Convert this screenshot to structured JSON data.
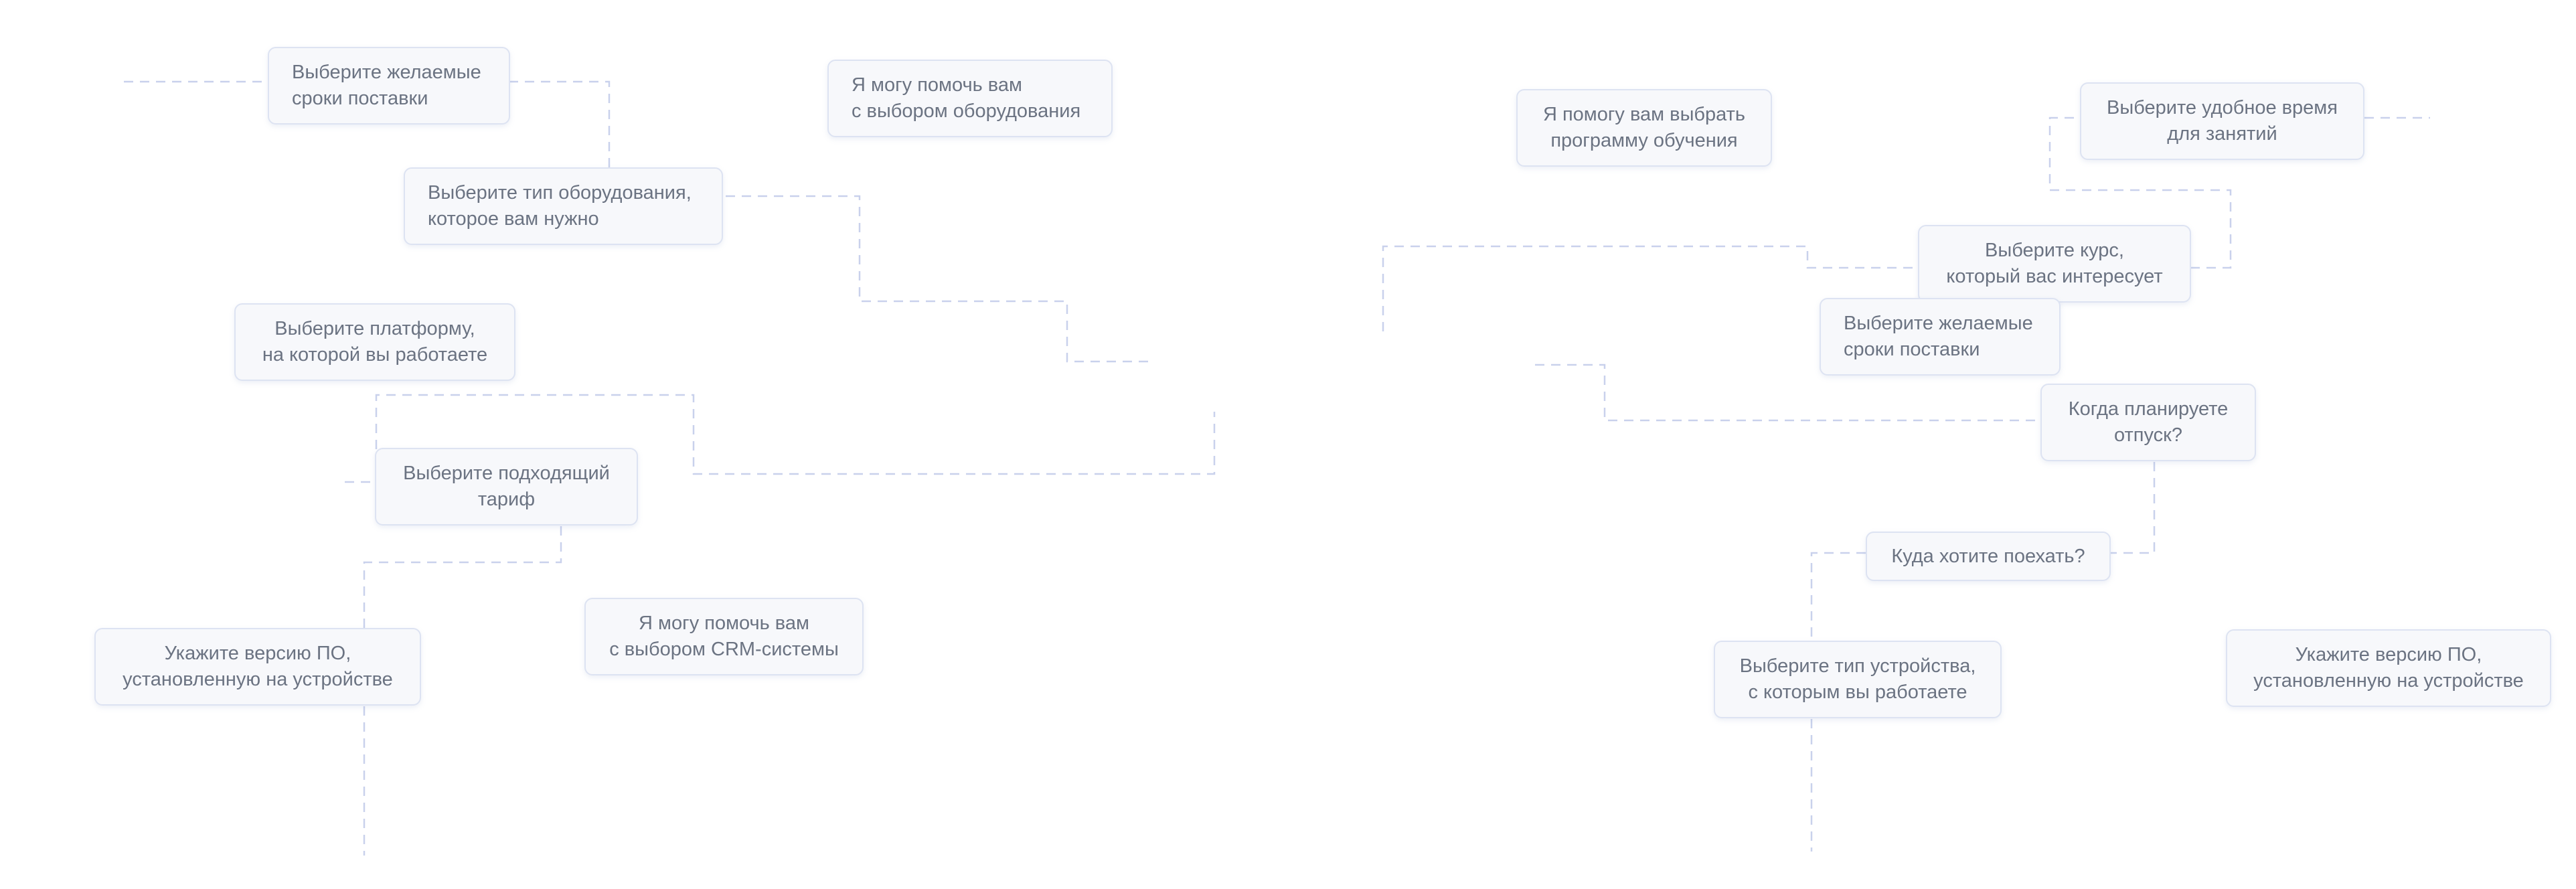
{
  "colors": {
    "connector": "#c9d1ec",
    "bubble_bg": "#f7f8fb",
    "bubble_border": "#dde3f2",
    "text": "#6b7382"
  },
  "bubbles": [
    {
      "text": "Выберите желаемые\nсроки поставки"
    },
    {
      "text": "Я могу помочь вам\nс выбором оборудования"
    },
    {
      "text": "Выберите тип оборудования,\nкоторое вам нужно"
    },
    {
      "text": "Выберите платформу,\nна которой вы работаете"
    },
    {
      "text": "Выберите подходящий\nтариф"
    },
    {
      "text": "Я могу помочь вам\nс выбором CRM-системы"
    },
    {
      "text": "Укажите версию ПО,\nустановленную на устройстве"
    },
    {
      "text": "Я помогу вам выбрать\nпрограмму обучения"
    },
    {
      "text": "Выберите удобное время\nдля занятий"
    },
    {
      "text": "Выберите курс,\nкоторый вас интересует"
    },
    {
      "text": "Выберите желаемые\nсроки поставки"
    },
    {
      "text": "Когда планируете\nотпуск?"
    },
    {
      "text": "Куда хотите поехать?"
    },
    {
      "text": "Выберите тип устройства,\nс которым вы работаете"
    },
    {
      "text": "Укажите версию ПО,\nустановленную на устройстве"
    }
  ]
}
